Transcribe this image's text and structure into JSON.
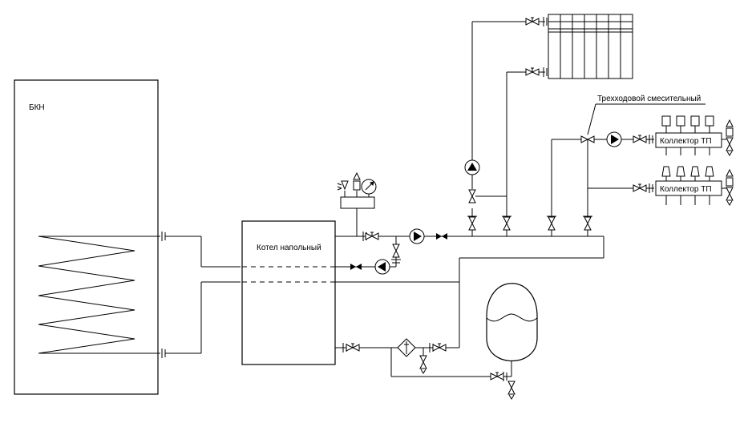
{
  "labels": {
    "tank": "БКН",
    "boiler": "Котел напольный",
    "mixing_valve": "Трехходовой смесительный",
    "manifold_1": "Коллектор ТП",
    "manifold_2": "Коллектор ТП"
  }
}
